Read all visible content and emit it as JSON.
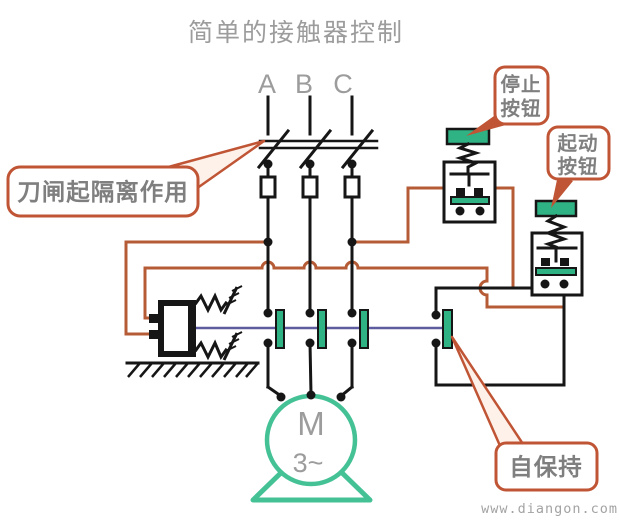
{
  "title": "简单的接触器控制",
  "phase_labels": [
    "A",
    "B",
    "C"
  ],
  "callouts": {
    "knife_switch": "刀闸起隔离作用",
    "stop_button": [
      "停止",
      "按钮"
    ],
    "start_button": [
      "起动",
      "按钮"
    ],
    "self_holding": "自保持"
  },
  "motor": {
    "symbol": "M",
    "phase_type": "3~"
  },
  "watermark": "www.diangon.com",
  "colors": {
    "wire_orange": "#b55c36",
    "callout_border": "#c05535",
    "contact_green": "#2fb385",
    "motor_green": "#44c296",
    "linkage_blue": "#5c5c9e",
    "text_gray": "#9c9c9c",
    "line_black": "#161616"
  }
}
